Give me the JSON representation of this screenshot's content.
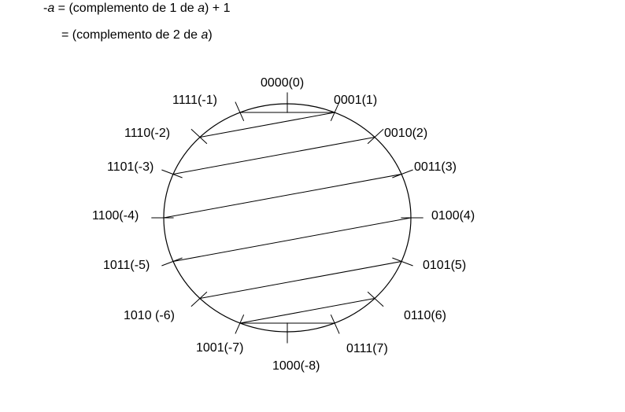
{
  "equations": {
    "line1": {
      "prefix": "-",
      "var1": "a",
      "middle": " = (complemento de 1 de ",
      "var2": "a",
      "suffix": ") + 1"
    },
    "line2": {
      "prefix": "= (complemento de 2 de ",
      "var": "a",
      "suffix": ")"
    }
  },
  "wheel": {
    "labels": [
      "0000(0)",
      "0001(1)",
      "0010(2)",
      "0011(3)",
      "0100(4)",
      "0101(5)",
      "0110(6)",
      "0111(7)",
      "1000(-8)",
      "1001(-7)",
      "1010 (-6)",
      "1011(-5)",
      "1100(-4)",
      "1101(-3)",
      "1110(-2)",
      "1111(-1)"
    ]
  },
  "colors": {
    "ink": "#000000",
    "background": "#ffffff"
  }
}
